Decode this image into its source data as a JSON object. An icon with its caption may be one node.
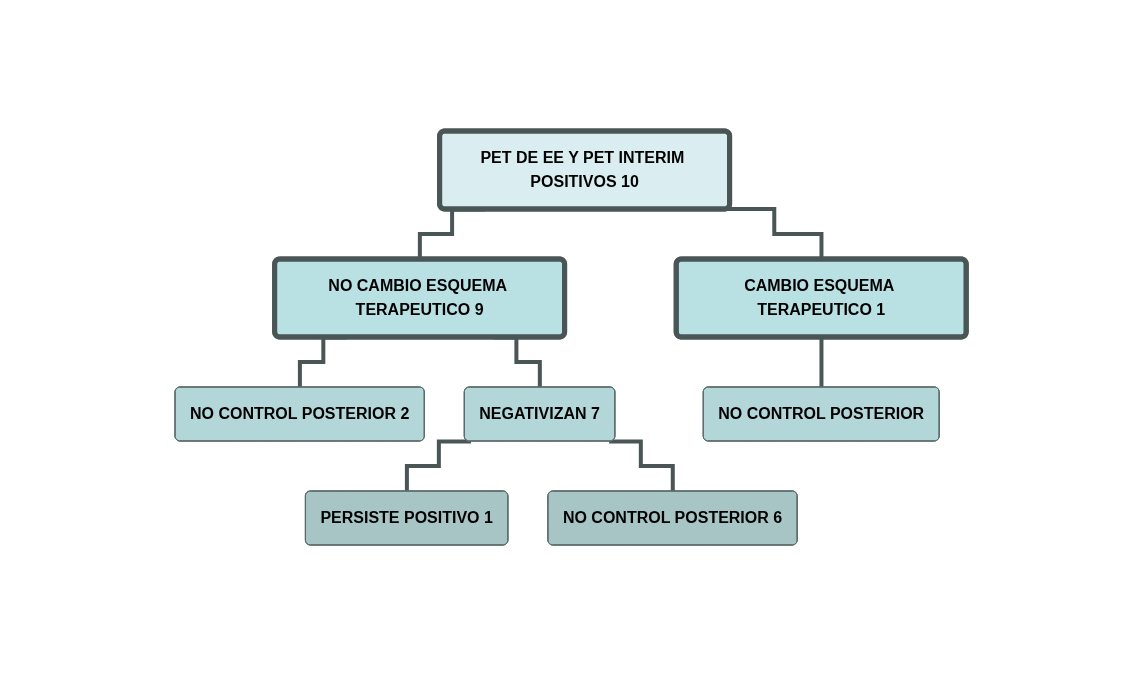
{
  "diagram": {
    "nodes": [
      {
        "text": [
          "PET DE EE Y PET INTERIM POSITIVOS 10"
        ]
      },
      {
        "text": [
          "NO CAMBIO ESQUEMA TERAPEUTICO 9"
        ]
      },
      {
        "text": [
          "CAMBIO ESQUEMA TERAPEUTICO 1"
        ]
      },
      {
        "text": [
          "NO CONTROL POSTERIOR 2"
        ]
      },
      {
        "text": [
          "NEGATIVIZAN 7"
        ]
      },
      {
        "text": [
          "NO CONTROL POSTERIOR"
        ]
      },
      {
        "text": [
          "PERSISTE POSITIVO 1"
        ]
      },
      {
        "text": [
          "NO CONTROL POSTERIOR 6"
        ]
      }
    ],
    "edges": [
      {
        "from": 0,
        "to": 1,
        "arrow": "none"
      },
      {
        "from": 0,
        "to": 2,
        "arrow": "none"
      },
      {
        "from": 1,
        "to": 3,
        "arrow": "none"
      },
      {
        "from": 1,
        "to": 4,
        "arrow": "none"
      },
      {
        "from": 2,
        "to": 5,
        "arrow": "none"
      },
      {
        "from": 4,
        "to": 6,
        "arrow": "none"
      },
      {
        "from": 4,
        "to": 7,
        "arrow": "none"
      }
    ]
  }
}
